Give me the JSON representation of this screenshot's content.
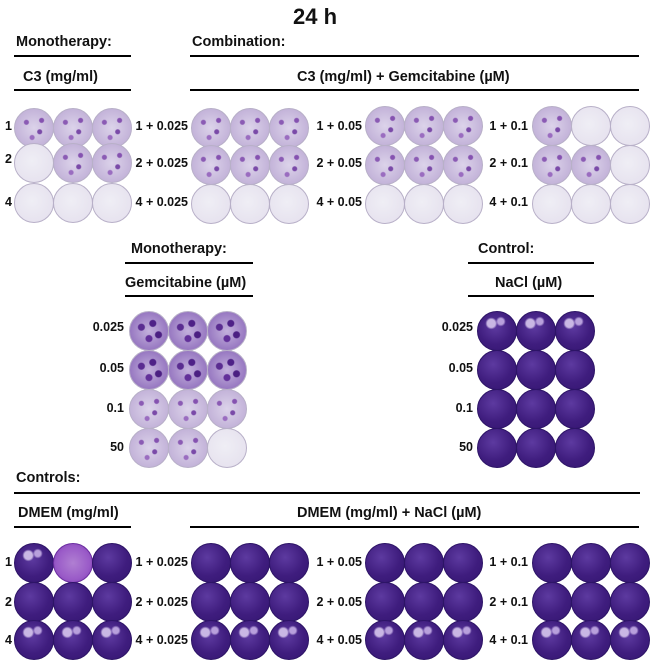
{
  "title": "24 h",
  "top": {
    "mono_header": "Monotherapy:",
    "combo_header": "Combination:",
    "mono_sub": "C3 (mg/ml)",
    "combo_sub": "C3 (mg/ml) + Gemcitabine (µM)",
    "mono_rows": [
      "1",
      "2",
      "4"
    ],
    "combo_groups": [
      [
        "1 + 0.025",
        "2 + 0.025",
        "4 + 0.025"
      ],
      [
        "1 + 0.05",
        "2 + 0.05",
        "4 + 0.05"
      ],
      [
        "1 + 0.1",
        "2 + 0.1",
        "4 + 0.1"
      ]
    ]
  },
  "middle": {
    "gem_header": "Monotherapy:",
    "gem_sub": "Gemcitabine (µM)",
    "gem_rows": [
      "0.025",
      "0.05",
      "0.1",
      "50"
    ],
    "ctrl_header": "Control:",
    "ctrl_sub": "NaCl (µM)",
    "ctrl_rows": [
      "0.025",
      "0.05",
      "0.1",
      "50"
    ]
  },
  "bottom": {
    "header": "Controls:",
    "dmem_sub": "DMEM (mg/ml)",
    "combo_sub": "DMEM (mg/ml)  + NaCl (µM)",
    "dmem_rows": [
      "1",
      "2",
      "4"
    ],
    "combo_groups": [
      [
        "1 + 0.025",
        "2 + 0.025",
        "4 + 0.025"
      ],
      [
        "1 + 0.05",
        "2 + 0.05",
        "4 + 0.05"
      ],
      [
        "1 + 0.1",
        "2 + 0.1",
        "4 + 0.1"
      ]
    ]
  }
}
